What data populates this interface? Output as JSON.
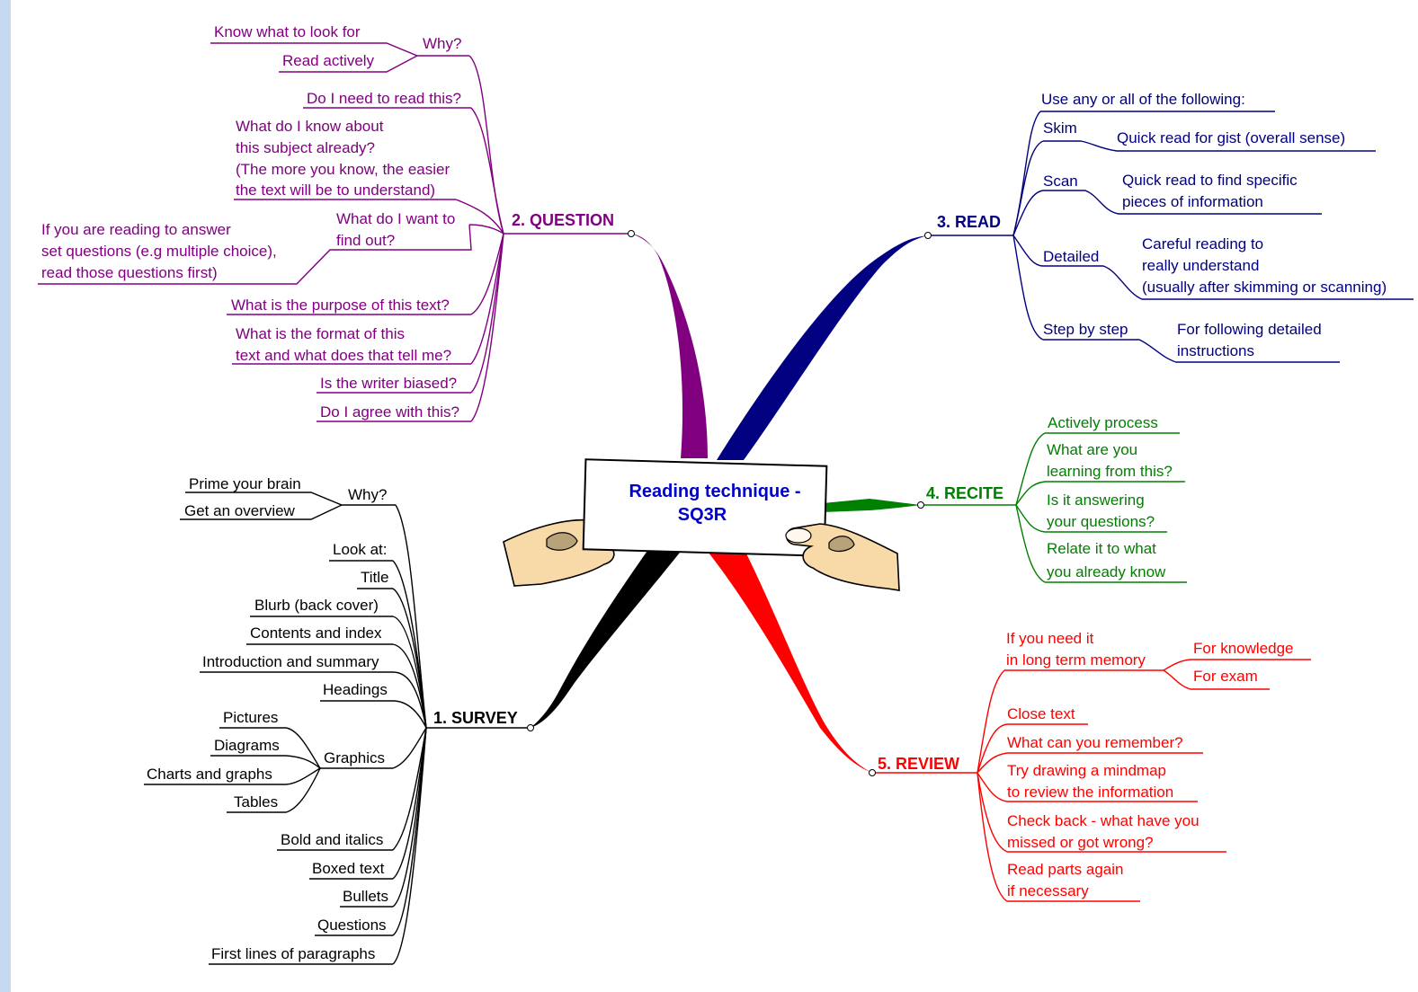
{
  "colors": {
    "survey": "#000000",
    "question": "#800080",
    "read": "#000080",
    "recite": "#008000",
    "review": "#ff0000",
    "title": "#0000cc",
    "background": "#c5daf0"
  },
  "center": {
    "title_line1": "Reading technique -",
    "title_line2": "SQ3R",
    "icon": "hands-holding-card-icon"
  },
  "survey": {
    "label": "1. SURVEY",
    "why": {
      "label": "Why?",
      "items": [
        "Prime your brain",
        "Get an overview"
      ]
    },
    "look_at": "Look at:",
    "items": [
      "Title",
      "Blurb (back cover)",
      "Contents and index",
      "Introduction and summary",
      "Headings"
    ],
    "graphics": {
      "label": "Graphics",
      "items": [
        "Pictures",
        "Diagrams",
        "Charts and graphs",
        "Tables"
      ]
    },
    "more_items": [
      "Bold and italics",
      "Boxed text",
      "Bullets",
      "Questions",
      "First lines of paragraphs"
    ]
  },
  "question": {
    "label": "2. QUESTION",
    "why": {
      "label": "Why?",
      "items": [
        "Know what to look for",
        "Read actively"
      ]
    },
    "need": "Do I need to read this?",
    "know": [
      "What do I know about",
      "this subject already?",
      "(The more you know, the easier",
      "the text will be to understand)"
    ],
    "find": {
      "label": [
        "What do I want to",
        "find out?"
      ],
      "detail": [
        "If you are reading to answer",
        "set questions (e.g multiple choice),",
        "read those questions first)"
      ]
    },
    "purpose": "What is the purpose of this text?",
    "format": [
      "What is the format of this",
      "text and what does that tell me?"
    ],
    "biased": "Is the writer biased?",
    "agree": "Do I agree with this?"
  },
  "read": {
    "label": "3. READ",
    "intro": "Use any or all of the following:",
    "skim": {
      "label": "Skim",
      "detail": "Quick read for gist (overall sense)"
    },
    "scan": {
      "label": "Scan",
      "detail": [
        "Quick read to find specific",
        "pieces of information"
      ]
    },
    "detailed": {
      "label": "Detailed",
      "detail": [
        "Careful reading to",
        "really understand",
        "(usually after skimming or scanning)"
      ]
    },
    "step": {
      "label": "Step by step",
      "detail": [
        "For following detailed",
        "instructions"
      ]
    }
  },
  "recite": {
    "label": "4. RECITE",
    "items": [
      [
        "Actively process"
      ],
      [
        "What are you",
        "learning from this?"
      ],
      [
        "Is it answering",
        "your questions?"
      ],
      [
        "Relate it to what",
        "you already know"
      ]
    ]
  },
  "review": {
    "label": "5. REVIEW",
    "memory": {
      "label": [
        "If you need it",
        "in long term memory"
      ],
      "items": [
        "For knowledge",
        "For exam"
      ]
    },
    "items": [
      [
        "Close text"
      ],
      [
        "What can you remember?"
      ],
      [
        "Try drawing a mindmap",
        "to review the information"
      ],
      [
        "Check back - what have you",
        "missed or got wrong?"
      ],
      [
        "Read parts again",
        "if necessary"
      ]
    ]
  }
}
